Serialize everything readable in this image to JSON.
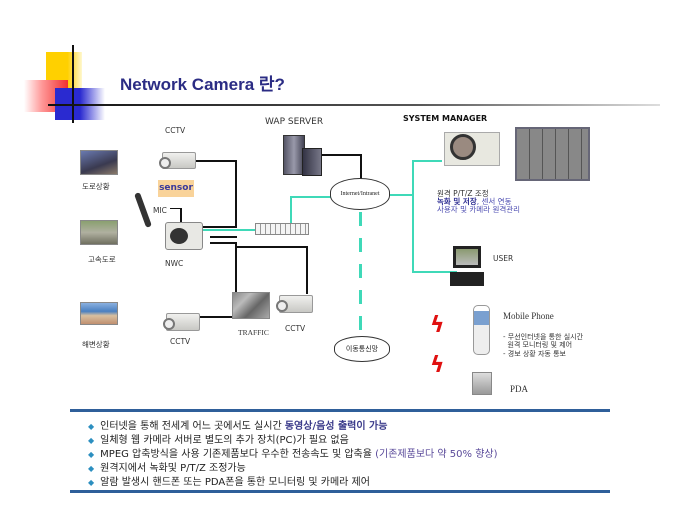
{
  "title": "Network Camera 란?",
  "labels": {
    "cctv_top": "CCTV",
    "wap_server": "WAP SERVER",
    "system_manager": "SYSTEM MANAGER",
    "road": "도로상황",
    "sensor": "sensor",
    "mic": "MIC",
    "nwc": "NWC",
    "highway": "고속도로",
    "beach": "해변상황",
    "cctv_bottom": "CCTV",
    "traffic": "TRAFFIC",
    "cctv_right": "CCTV",
    "internet": "Internet/Intranet",
    "mobile_network": "이동통신망",
    "user": "USER",
    "mobile_phone": "Mobile Phone",
    "pda": "PDA"
  },
  "manager_desc": {
    "line1": "원격 P/T/Z 조정",
    "line2_bold": "녹화 및 저장",
    "line2_rest": ", 센서 연동",
    "line3": "사용자 및 카메라 원격관리"
  },
  "phone_desc": [
    "- 무선인터넷을 통한 실시간",
    "  원격 모니터링 및 제어",
    "- 경보 상황 자동 통보"
  ],
  "bullets": [
    {
      "text": "인터넷을 통해 전세계 어느 곳에서도 실시간 ",
      "highlight": "동영상/음성 출력이 가능"
    },
    {
      "text": "일체형 웹 카메라 서버로 별도의 추가 장치(PC)가 필요 없음",
      "highlight": ""
    },
    {
      "text": "MPEG 압축방식을 사용 기존제품보다 우수한 전송속도  및 압축율 ",
      "highlight": "(기존제품보다 약 50% 향상)"
    },
    {
      "text": "원격지에서 녹화및 P/T/Z 조정가능",
      "highlight": ""
    },
    {
      "text": "알람 발생시 핸드폰 또는 PDA폰을 통한 모니터링 및 카메라 제어",
      "highlight": ""
    }
  ],
  "colors": {
    "title": "#2b2c84",
    "network_line": "#3fd9b8",
    "rule": "#2f5f9a"
  }
}
